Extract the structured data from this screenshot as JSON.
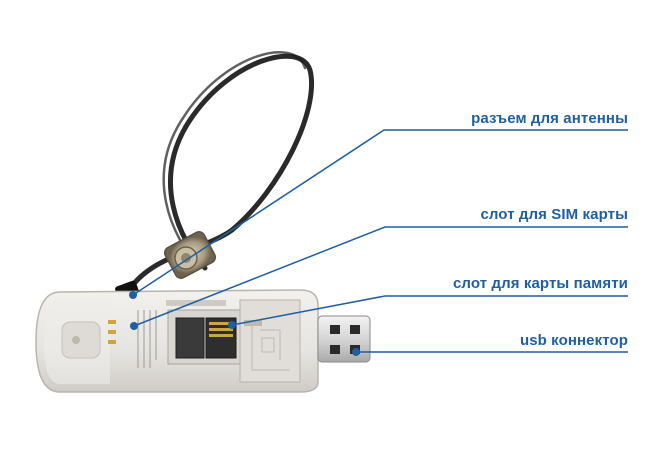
{
  "labels": {
    "antenna": "разъем для антенны",
    "sim": "слот для SIM карты",
    "memory": "слот для карты памяти",
    "usb": "usb коннектор"
  },
  "colors": {
    "callout": "#1f5fa0",
    "modem_body": "#e8e6e2",
    "usb_metal": "#dcdcdc",
    "cable": "#2a2a2a"
  },
  "icons": [
    "antenna-cable",
    "usb-modem",
    "sim-slot",
    "memory-card-slot",
    "usb-connector"
  ]
}
